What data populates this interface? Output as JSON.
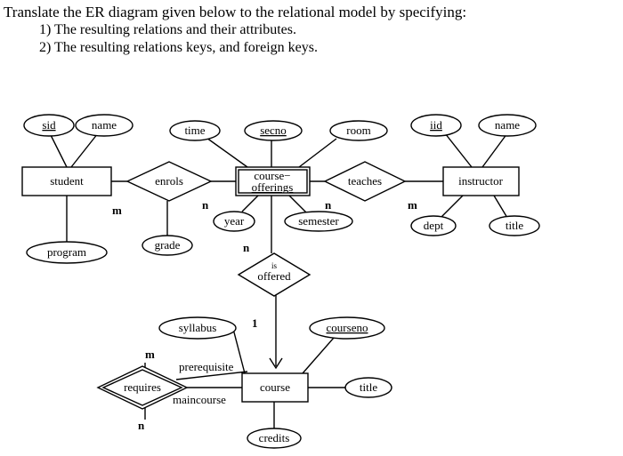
{
  "question": {
    "title": "Translate the ER diagram given below to the relational model by specifying:",
    "items": [
      {
        "num": "1)",
        "text": "The resulting relations and their attributes."
      },
      {
        "num": "2)",
        "text": "The resulting relations keys, and foreign keys."
      }
    ]
  },
  "diagram": {
    "entities": {
      "student": "student",
      "course_offerings_line1": "course−",
      "course_offerings_line2": "offerings",
      "instructor": "instructor",
      "course": "course"
    },
    "relationships": {
      "enrols": "enrols",
      "teaches": "teaches",
      "is_offered_line1": "is",
      "is_offered_line2": "offered",
      "requires": "requires"
    },
    "attributes": {
      "sid": "sid",
      "student_name": "name",
      "program": "program",
      "grade": "grade",
      "time": "time",
      "secno": "secno",
      "room": "room",
      "year": "year",
      "semester": "semester",
      "iid": "iid",
      "instructor_name": "name",
      "dept": "dept",
      "title_instructor": "title",
      "syllabus": "syllabus",
      "courseno": "courseno",
      "title_course": "title",
      "credits": "credits"
    },
    "role_labels": {
      "prerequisite": "prerequisite",
      "maincourse": "maincourse"
    },
    "cardinalities": {
      "student_enrols": "m",
      "enrols_offerings": "n",
      "offerings_teaches": "n",
      "teaches_instructor": "m",
      "offerings_isoffered": "n",
      "isoffered_course": "1",
      "requires_top": "m",
      "requires_bottom": "n"
    }
  }
}
